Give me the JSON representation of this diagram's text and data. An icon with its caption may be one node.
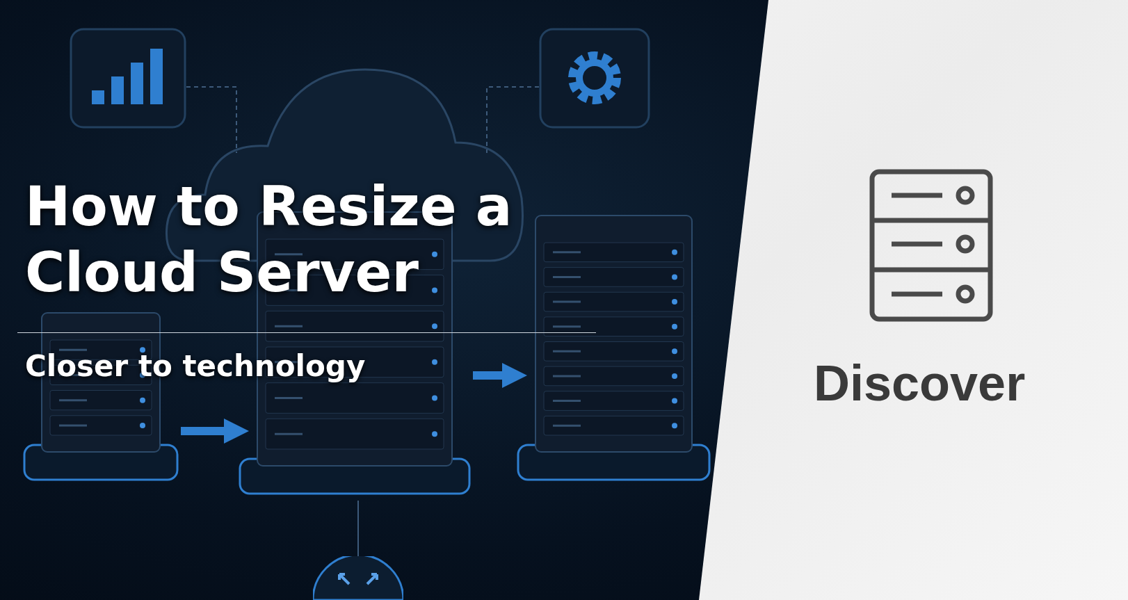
{
  "diagram": {
    "title": "How to Resize a Cloud Server",
    "nodes": [
      {
        "text": [],
        "shape": "picture"
      },
      {
        "text": [],
        "shape": "picture"
      },
      {
        "text": [],
        "shape": "cloud"
      },
      {
        "text": [],
        "shape": "picture"
      },
      {
        "text": [],
        "shape": "picture"
      },
      {
        "text": [],
        "shape": "picture"
      },
      {
        "text": [],
        "shape": "circle"
      }
    ],
    "edges": [
      {
        "from": 0,
        "to": 2,
        "arrow": "none",
        "style": "dashed"
      },
      {
        "from": 1,
        "to": 2,
        "arrow": "none",
        "style": "dashed"
      },
      {
        "from": 3,
        "to": 4,
        "arrow": "to",
        "style": "thick",
        "color": "#2f7fd0"
      },
      {
        "from": 4,
        "to": 5,
        "arrow": "to",
        "style": "thick",
        "color": "#2f7fd0"
      },
      {
        "from": 6,
        "to": 4,
        "arrow": "none"
      }
    ],
    "labels": [
      "Closer to technology",
      "Discover"
    ]
  }
}
